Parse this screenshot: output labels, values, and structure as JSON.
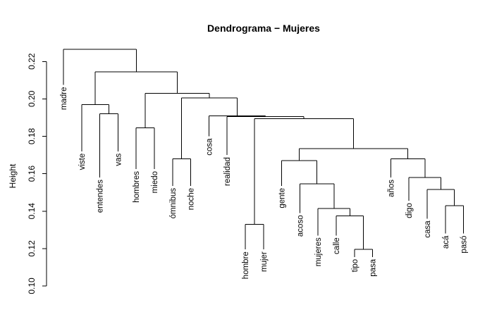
{
  "chart_data": {
    "type": "dendrogram",
    "title": "Dendrograma − Mujeres",
    "ylabel": "Height",
    "xlabel": "",
    "ylim": [
      0.1,
      0.228
    ],
    "yticks": [
      0.1,
      0.12,
      0.14,
      0.16,
      0.18,
      0.2,
      0.22
    ],
    "ytick_labels": [
      "0.10",
      "0.12",
      "0.14",
      "0.16",
      "0.18",
      "0.20",
      "0.22"
    ],
    "leaves": [
      {
        "label": "madre",
        "y": 0.2075
      },
      {
        "label": "viste",
        "y": 0.172
      },
      {
        "label": "entendes",
        "y": 0.158
      },
      {
        "label": "vas",
        "y": 0.172
      },
      {
        "label": "hombres",
        "y": 0.1625
      },
      {
        "label": "miedo",
        "y": 0.1625
      },
      {
        "label": "ómnibus",
        "y": 0.1535
      },
      {
        "label": "noche",
        "y": 0.1535
      },
      {
        "label": "cosa",
        "y": 0.18
      },
      {
        "label": "realidad",
        "y": 0.17
      },
      {
        "label": "hombre",
        "y": 0.1195
      },
      {
        "label": "mujer",
        "y": 0.1195
      },
      {
        "label": "gente",
        "y": 0.1535
      },
      {
        "label": "acoso",
        "y": 0.139
      },
      {
        "label": "mujeres",
        "y": 0.127
      },
      {
        "label": "calle",
        "y": 0.127
      },
      {
        "label": "tipo",
        "y": 0.1155
      },
      {
        "label": "pasa",
        "y": 0.1155
      },
      {
        "label": "años",
        "y": 0.158
      },
      {
        "label": "digo",
        "y": 0.1455
      },
      {
        "label": "casa",
        "y": 0.136
      },
      {
        "label": "acá",
        "y": 0.128
      },
      {
        "label": "pasó",
        "y": 0.128
      }
    ],
    "merges": [
      {
        "a": "L16",
        "b": "L17",
        "height": 0.1195
      },
      {
        "a": "L10",
        "b": "L11",
        "height": 0.133
      },
      {
        "a": "L15",
        "b": "N0",
        "height": 0.1375
      },
      {
        "a": "L14",
        "b": "N2",
        "height": 0.1415
      },
      {
        "a": "L21",
        "b": "L22",
        "height": 0.143
      },
      {
        "a": "L13",
        "b": "N3",
        "height": 0.1545
      },
      {
        "a": "L20",
        "b": "N4",
        "height": 0.1515
      },
      {
        "a": "L19",
        "b": "N6",
        "height": 0.158
      },
      {
        "a": "L12",
        "b": "N5",
        "height": 0.167
      },
      {
        "a": "L6",
        "b": "L7",
        "height": 0.168
      },
      {
        "a": "L18",
        "b": "N7",
        "height": 0.168
      },
      {
        "a": "N8",
        "b": "N10",
        "height": 0.1735
      },
      {
        "a": "L4",
        "b": "L5",
        "height": 0.1845
      },
      {
        "a": "N1",
        "b": "N11",
        "height": 0.1895
      },
      {
        "a": "L9",
        "b": "N13",
        "height": 0.1905
      },
      {
        "a": "L2",
        "b": "L3",
        "height": 0.192
      },
      {
        "a": "L8",
        "b": "N14",
        "height": 0.191
      },
      {
        "a": "L1",
        "b": "N15",
        "height": 0.197
      },
      {
        "a": "N9",
        "b": "N16",
        "height": 0.2005
      },
      {
        "a": "N12",
        "b": "N18",
        "height": 0.203
      },
      {
        "a": "N17",
        "b": "N19",
        "height": 0.2145
      },
      {
        "a": "L0",
        "b": "N20",
        "height": 0.2265
      }
    ]
  }
}
